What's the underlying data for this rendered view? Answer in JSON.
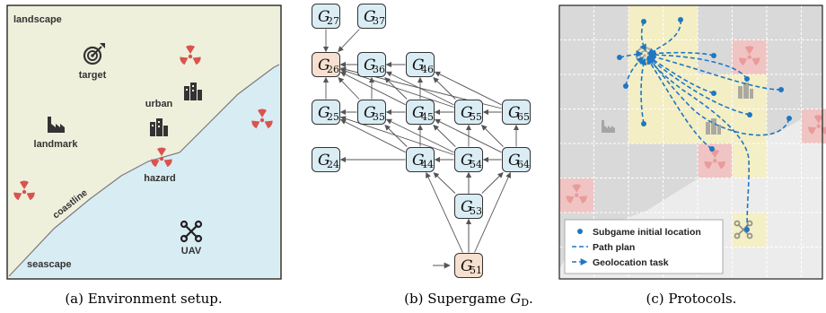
{
  "panel_a": {
    "labels": {
      "landscape": "landscape",
      "target": "target",
      "urban": "urban",
      "landmark": "landmark",
      "hazard": "hazard",
      "coastline": "coastline",
      "uav": "UAV",
      "seascape": "seascape"
    },
    "colors": {
      "land": "#eef0dc",
      "sea": "#d8ecf3",
      "hazard": "#d9534f"
    },
    "icons": [
      "target-icon",
      "urban-icon",
      "landmark-icon",
      "hazard-icon",
      "uav-icon"
    ]
  },
  "panel_b": {
    "nodes": [
      {
        "id": "27",
        "label": "G",
        "sub": "27",
        "highlight": false
      },
      {
        "id": "37",
        "label": "G",
        "sub": "37",
        "highlight": false
      },
      {
        "id": "26",
        "label": "G",
        "sub": "26",
        "highlight": true
      },
      {
        "id": "36",
        "label": "G",
        "sub": "36",
        "highlight": false
      },
      {
        "id": "46",
        "label": "G",
        "sub": "46",
        "highlight": false
      },
      {
        "id": "25",
        "label": "G",
        "sub": "25",
        "highlight": false
      },
      {
        "id": "35",
        "label": "G",
        "sub": "35",
        "highlight": false
      },
      {
        "id": "45",
        "label": "G",
        "sub": "45",
        "highlight": false
      },
      {
        "id": "55",
        "label": "G",
        "sub": "55",
        "highlight": false
      },
      {
        "id": "65",
        "label": "G",
        "sub": "65",
        "highlight": false
      },
      {
        "id": "24",
        "label": "G",
        "sub": "24",
        "highlight": false
      },
      {
        "id": "44",
        "label": "G",
        "sub": "44",
        "highlight": false
      },
      {
        "id": "54",
        "label": "G",
        "sub": "54",
        "highlight": false
      },
      {
        "id": "64",
        "label": "G",
        "sub": "64",
        "highlight": false
      },
      {
        "id": "53",
        "label": "G",
        "sub": "53",
        "highlight": false
      },
      {
        "id": "51",
        "label": "G",
        "sub": "51",
        "highlight": true
      }
    ],
    "edges": [
      [
        "27",
        "26"
      ],
      [
        "37",
        "26"
      ],
      [
        "36",
        "26"
      ],
      [
        "46",
        "26"
      ],
      [
        "46",
        "36"
      ],
      [
        "25",
        "26"
      ],
      [
        "35",
        "26"
      ],
      [
        "45",
        "26"
      ],
      [
        "55",
        "26"
      ],
      [
        "65",
        "26"
      ],
      [
        "35",
        "25"
      ],
      [
        "45",
        "35"
      ],
      [
        "55",
        "45"
      ],
      [
        "65",
        "55"
      ],
      [
        "35",
        "36"
      ],
      [
        "45",
        "36"
      ],
      [
        "55",
        "36"
      ],
      [
        "45",
        "46"
      ],
      [
        "55",
        "46"
      ],
      [
        "65",
        "46"
      ],
      [
        "44",
        "25"
      ],
      [
        "44",
        "35"
      ],
      [
        "44",
        "45"
      ],
      [
        "54",
        "35"
      ],
      [
        "54",
        "45"
      ],
      [
        "54",
        "55"
      ],
      [
        "64",
        "55"
      ],
      [
        "64",
        "65"
      ],
      [
        "54",
        "25"
      ],
      [
        "64",
        "45"
      ],
      [
        "44",
        "24"
      ],
      [
        "54",
        "44"
      ],
      [
        "64",
        "54"
      ],
      [
        "53",
        "44"
      ],
      [
        "53",
        "54"
      ],
      [
        "53",
        "64"
      ],
      [
        "51",
        "53"
      ],
      [
        "51",
        "44"
      ],
      [
        "51",
        "54"
      ],
      [
        "51",
        "64"
      ]
    ],
    "colors": {
      "node": "#daedf5",
      "highlight": "#f7e0cf",
      "edge": "#555555"
    }
  },
  "panel_c": {
    "legend": {
      "initial": "Subgame initial location",
      "path": "Path plan",
      "task": "Geolocation task"
    },
    "colors": {
      "path": "#1f77c4",
      "hazard": "#f1c4c4",
      "visited": "#f5f0c0",
      "grid": "#d9d9d9"
    }
  },
  "captions": {
    "a": "(a) Environment setup.",
    "b_prefix": "(b) Supergame ",
    "b_sym": "G",
    "b_sub": "D",
    "b_suffix": ".",
    "c": "(c) Protocols."
  }
}
